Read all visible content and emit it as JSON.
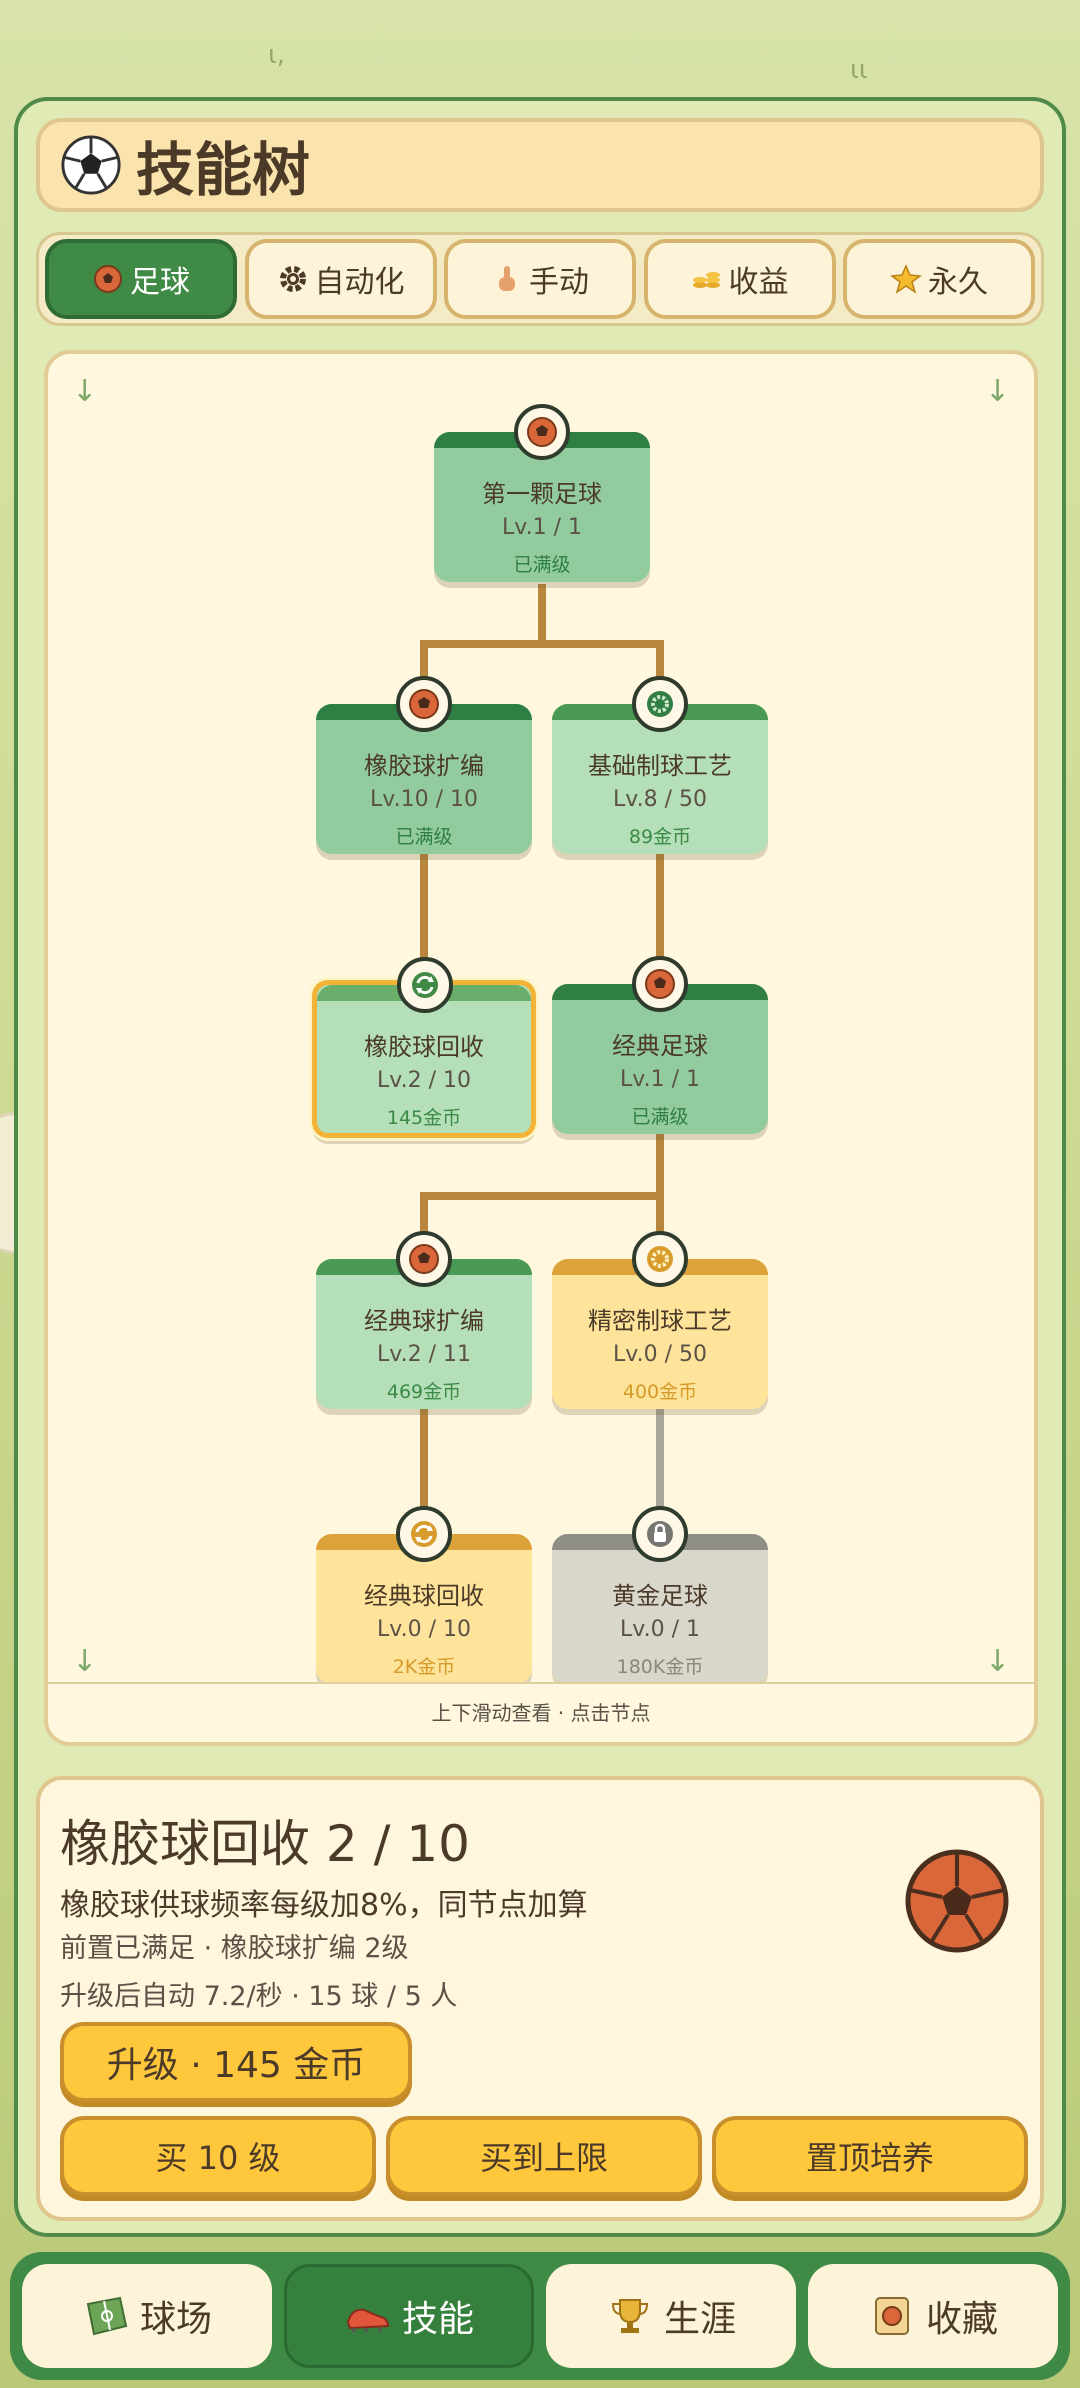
{
  "header": {
    "title": "技能树"
  },
  "tabs": [
    {
      "label": "足球",
      "icon": "soccer-ball-icon",
      "active": true
    },
    {
      "label": "自动化",
      "icon": "gear-icon",
      "active": false
    },
    {
      "label": "手动",
      "icon": "hand-icon",
      "active": false
    },
    {
      "label": "收益",
      "icon": "coins-icon",
      "active": false
    },
    {
      "label": "永久",
      "icon": "star-icon",
      "active": false
    }
  ],
  "tree": {
    "nodes": [
      {
        "name": "第一颗足球",
        "level": "Lv.1 / 1",
        "status": "已满级",
        "state": "maxed",
        "icon": "ball-icon"
      },
      {
        "name": "橡胶球扩编",
        "level": "Lv.10 / 10",
        "status": "已满级",
        "state": "maxed",
        "icon": "ball-icon"
      },
      {
        "name": "基础制球工艺",
        "level": "Lv.8 / 50",
        "status": "89金币",
        "state": "available",
        "icon": "gear-icon"
      },
      {
        "name": "橡胶球回收",
        "level": "Lv.2 / 10",
        "status": "145金币",
        "state": "selected",
        "icon": "recycle-icon"
      },
      {
        "name": "经典足球",
        "level": "Lv.1 / 1",
        "status": "已满级",
        "state": "maxed",
        "icon": "ball-icon"
      },
      {
        "name": "经典球扩编",
        "level": "Lv.2 / 11",
        "status": "469金币",
        "state": "available",
        "icon": "ball-icon"
      },
      {
        "name": "精密制球工艺",
        "level": "Lv.0 / 50",
        "status": "400金币",
        "state": "new",
        "icon": "gear-icon"
      },
      {
        "name": "经典球回收",
        "level": "Lv.0 / 10",
        "status": "2K金币",
        "state": "new",
        "icon": "recycle-icon"
      },
      {
        "name": "黄金足球",
        "level": "Lv.0 / 1",
        "status": "180K金币",
        "state": "locked",
        "icon": "lock-icon"
      }
    ],
    "hint": "上下滑动查看 · 点击节点"
  },
  "detail": {
    "title": "橡胶球回收  2 / 10",
    "description": "橡胶球供球频率每级加8%，同节点加算",
    "prerequisite": "前置已满足 · 橡胶球扩编 2级",
    "next_effect": "升级后自动 7.2/秒 · 15 球 / 5 人",
    "upgrade_label": "升级 · 145 金币",
    "buy10_label": "买 10 级",
    "buymax_label": "买到上限",
    "pin_label": "置顶培养"
  },
  "nav": [
    {
      "label": "球场",
      "icon": "field-icon",
      "active": false
    },
    {
      "label": "技能",
      "icon": "cleat-icon",
      "active": true
    },
    {
      "label": "生涯",
      "icon": "trophy-icon",
      "active": false
    },
    {
      "label": "收藏",
      "icon": "album-icon",
      "active": false
    }
  ],
  "colors": {
    "accent_green": "#3f8a45",
    "gold": "#ffc73b",
    "cream": "#fff8df"
  }
}
